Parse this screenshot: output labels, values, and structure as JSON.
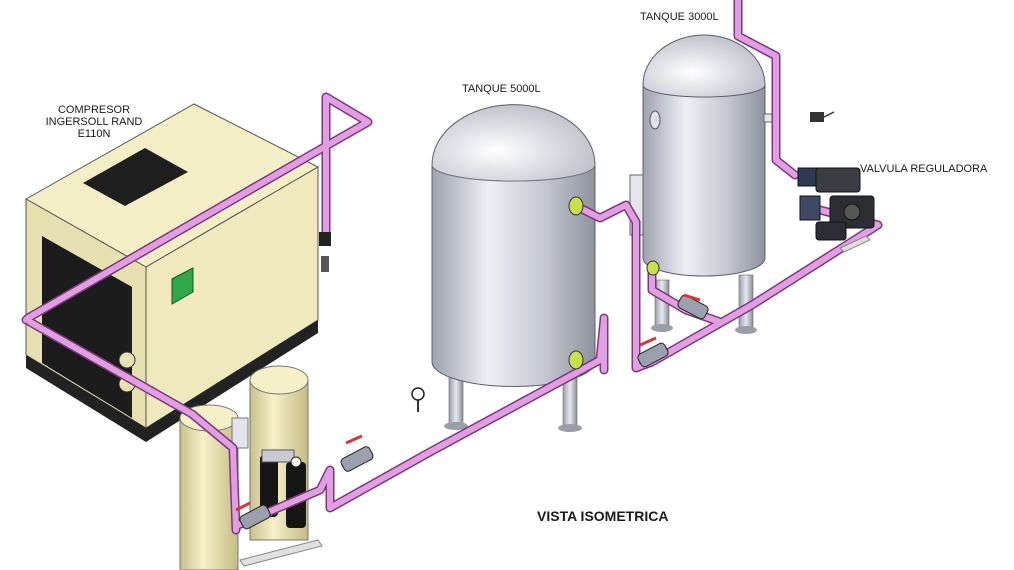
{
  "labels": {
    "compresor": [
      "COMPRESOR",
      "INGERSOLL RAND",
      "E110N"
    ],
    "tanque_5000": "TANQUE 5000L",
    "tanque_3000": "TANQUE 3000L",
    "valvula": "VALVULA REGULADORA",
    "vista": "VISTA ISOMETRICA"
  },
  "colors": {
    "pipe": "#d98fd9",
    "pipe_edge": "#7a3a7a",
    "compressor": "#efe8b8",
    "tank": "#c9ccd6",
    "valve_green": "#c8e04a",
    "valve_red": "#d23a3a",
    "indicator": "#2ea84a"
  }
}
